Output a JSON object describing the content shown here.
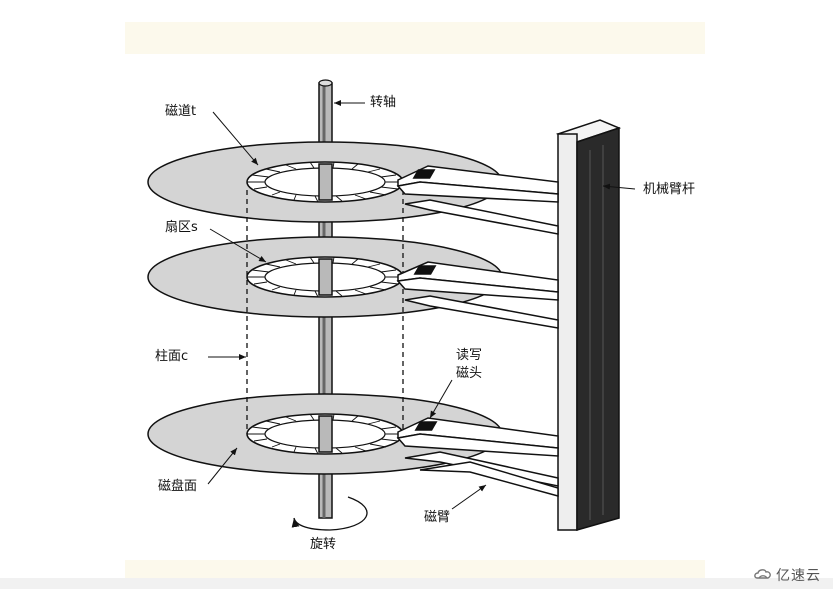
{
  "labels": {
    "track": "磁道t",
    "spindle": "转轴",
    "sector": "扇区s",
    "arm_assembly": "机械臂杆",
    "cylinder": "柱面c",
    "read_write_head_line1": "读写",
    "read_write_head_line2": "磁头",
    "platter_surface": "磁盘面",
    "arm": "磁臂",
    "rotation": "旋转"
  },
  "watermark": {
    "text": "亿速云",
    "icon": "cloud-logo-icon"
  },
  "colors": {
    "line": "#111111",
    "platter_fill": "#d4d4d4",
    "pillar_front": "#eeeeee",
    "pillar_side": "#2a2a2a"
  }
}
